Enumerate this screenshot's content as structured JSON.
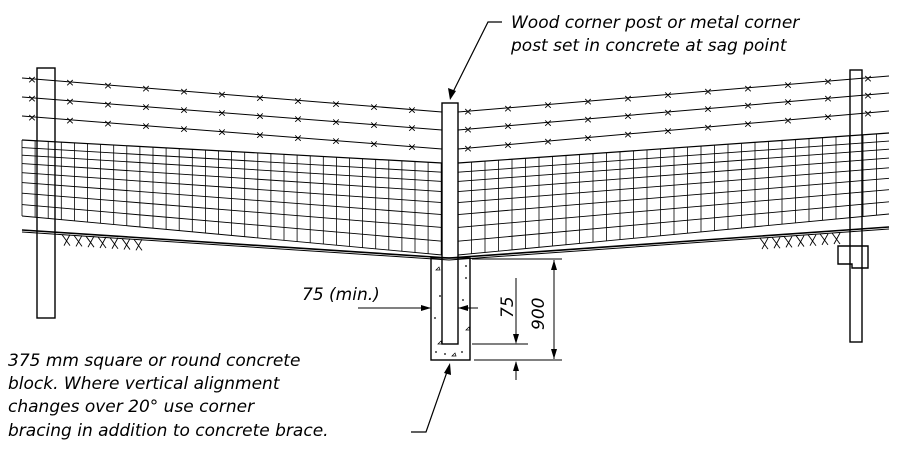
{
  "callouts": {
    "corner_post": {
      "line1": "Wood corner post or metal corner",
      "line2": "post set in concrete at sag point"
    },
    "concrete_block": {
      "line1": "375 mm square or round concrete",
      "line2": "block.  Where vertical alignment",
      "line3": "changes over 20° use corner",
      "line4": "bracing in addition to concrete brace."
    }
  },
  "dimensions": {
    "side_clearance": "75 (min.)",
    "bottom_clearance": "75",
    "embed_depth": "900"
  },
  "barbed_marker": "×"
}
